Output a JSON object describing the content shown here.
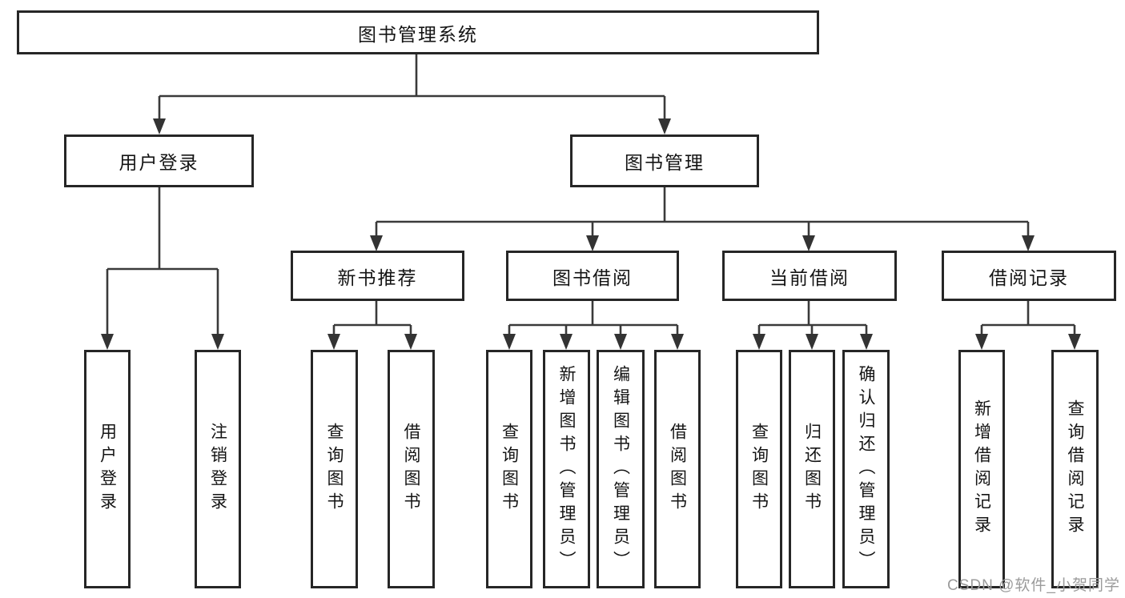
{
  "diagram": {
    "tree": {
      "root": {
        "label": "图书管理系统",
        "children": [
          {
            "label": "用户登录",
            "children": [
              {
                "label": "用户登录"
              },
              {
                "label": "注销登录"
              }
            ]
          },
          {
            "label": "图书管理",
            "children": [
              {
                "label": "新书推荐",
                "children": [
                  {
                    "label": "查询图书"
                  },
                  {
                    "label": "借阅图书"
                  }
                ]
              },
              {
                "label": "图书借阅",
                "children": [
                  {
                    "label": "查询图书"
                  },
                  {
                    "label": "新增图书（管理员）"
                  },
                  {
                    "label": "编辑图书（管理员）"
                  },
                  {
                    "label": "借阅图书"
                  }
                ]
              },
              {
                "label": "当前借阅",
                "children": [
                  {
                    "label": "查询图书"
                  },
                  {
                    "label": "归还图书"
                  },
                  {
                    "label": "确认归还（管理员）"
                  }
                ]
              },
              {
                "label": "借阅记录",
                "children": [
                  {
                    "label": "新增借阅记录"
                  },
                  {
                    "label": "查询借阅记录"
                  }
                ]
              }
            ]
          }
        ]
      }
    },
    "colors": {
      "line": "#3a3a3a",
      "box_border": "#262626",
      "text": "#141414",
      "background": "#ffffff",
      "watermark_text": "#9b9b9b"
    }
  },
  "watermark": {
    "text": "CSDN @软件_小贺同学"
  }
}
